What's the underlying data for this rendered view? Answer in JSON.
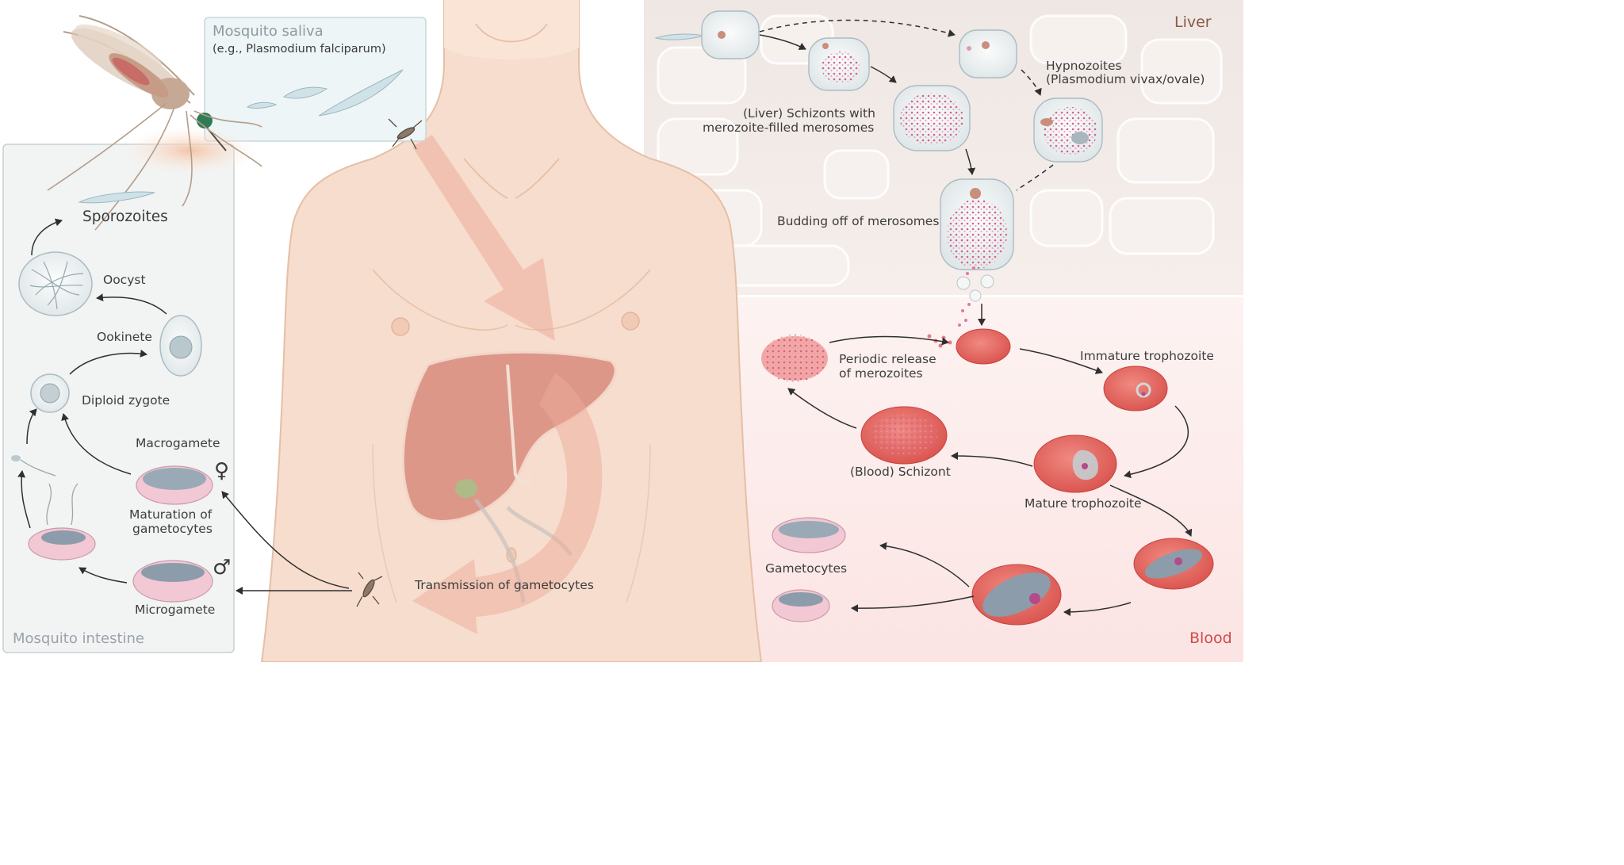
{
  "regions": {
    "mosquito_saliva": {
      "title": "Mosquito saliva",
      "subtitle": "(e.g., Plasmodium falciparum)"
    },
    "mosquito_intestine": {
      "title": "Mosquito intestine"
    },
    "liver": {
      "title": "Liver"
    },
    "blood": {
      "title": "Blood"
    }
  },
  "intestine_labels": {
    "sporozoites": "Sporozoites",
    "oocyst": "Oocyst",
    "ookinete": "Ookinete",
    "diploid_zygote": "Diploid zygote",
    "macrogamete": "Macrogamete",
    "maturation_line1": "Maturation of",
    "maturation_line2": "gametocytes",
    "microgamete": "Microgamete",
    "female_symbol": "♀",
    "male_symbol": "♂"
  },
  "liver_labels": {
    "hypnozoites_line1": "Hypnozoites",
    "hypnozoites_line2": "(Plasmodium vivax/ovale)",
    "schizonts_line1": "(Liver) Schizonts with",
    "schizonts_line2": "merozoite-filled merosomes",
    "budding": "Budding off of merosomes"
  },
  "blood_labels": {
    "periodic_line1": "Periodic release",
    "periodic_line2": "of merozoites",
    "immature": "Immature trophozoite",
    "blood_schizont": "(Blood) Schizont",
    "mature": "Mature trophozoite",
    "gametocytes": "Gametocytes"
  },
  "body_labels": {
    "transmission": "Transmission of gametocytes"
  },
  "colors": {
    "skin": "#f7ddcd",
    "skin_outline": "#e5bfa7",
    "flow_arrow": "#ecab9c",
    "liver_organ": "#d98b7e",
    "gall_bladder": "#a7c08a",
    "liver_bg": "#efe7e3",
    "blood_bg": "#fbe9e8",
    "rbc": "#e2625c",
    "rbc_light": "#f08a82",
    "intestine_bg": "#f2f3f3",
    "saliva_bg": "#eef5f6",
    "region_label_dark": "#8a5a4a",
    "region_label_red": "#d24a4a",
    "box_title": "#8e9aa2"
  }
}
